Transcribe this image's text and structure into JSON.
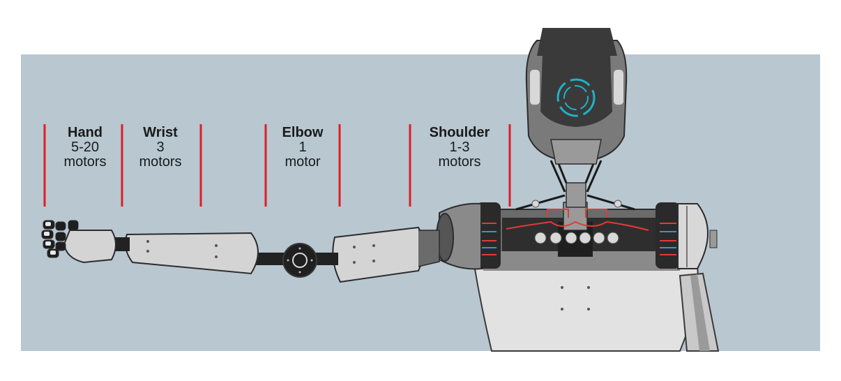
{
  "colors": {
    "background": "#b8c7d0",
    "divider": "#e11d25",
    "sensor_ring": "#1fb3c8",
    "wire_red": "#e53935",
    "wire_blue": "#3f8fd6",
    "metal_light": "#dcdcdc",
    "metal_dark": "#3a3a3a"
  },
  "labels": {
    "hand": {
      "title": "Hand",
      "value": "5-20",
      "unit": "motors"
    },
    "wrist": {
      "title": "Wrist",
      "value": "3",
      "unit": "motors"
    },
    "elbow": {
      "title": "Elbow",
      "value": "1",
      "unit": "motor"
    },
    "shoulder": {
      "title": "Shoulder",
      "value": "1-3",
      "unit": "motors"
    }
  }
}
